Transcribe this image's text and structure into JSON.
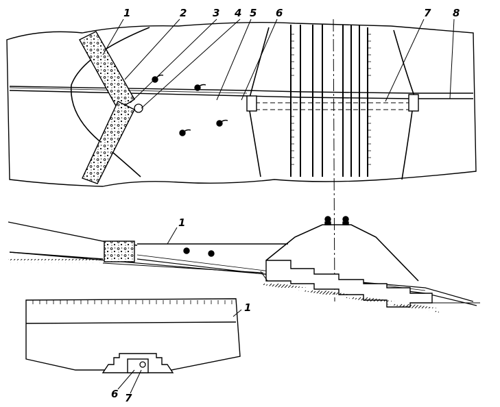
{
  "labels": {
    "top": [
      "1",
      "2",
      "3",
      "4",
      "5",
      "6",
      "7",
      "8"
    ],
    "section": [
      "1"
    ],
    "front": [
      "1",
      "6",
      "7"
    ]
  },
  "colors": {
    "ink": "#000000",
    "paper": "#ffffff"
  }
}
